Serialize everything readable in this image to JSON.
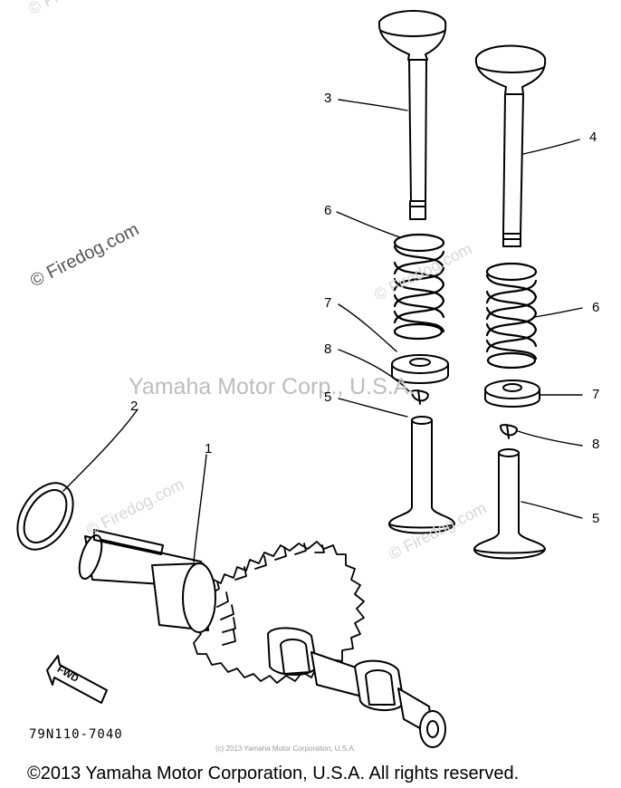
{
  "watermarks": {
    "main": "Yamaha Motor Corp., U.S.A.",
    "firedog_primary": "© Firedog.com",
    "firedog_repeat": "© Firedog.com"
  },
  "callouts": {
    "c3": "3",
    "c4": "4",
    "c6_left": "6",
    "c6_right": "6",
    "c7_left": "7",
    "c7_right": "7",
    "c8_left": "8",
    "c8_right": "8",
    "c5_left": "5",
    "c5_right": "5",
    "c2": "2",
    "c1": "1"
  },
  "fwd_label": "FWD",
  "part_number": "79N110-7040",
  "small_copyright": "(c) 2013 Yamaha Motor Corporation, U.S.A.",
  "footer": "©2013 Yamaha Motor Corporation, U.S.A. All rights reserved.",
  "colors": {
    "ink": "#000000",
    "watermark": "#bdbdbd",
    "background": "#ffffff"
  }
}
